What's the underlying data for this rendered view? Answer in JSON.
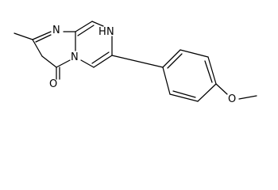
{
  "structure": {
    "colors": {
      "bond": "#000000",
      "text": "#000000",
      "background": "#ffffff"
    },
    "atoms": {
      "n_imidazole": "N",
      "n_bridgehead": "N",
      "n_h": "H",
      "n_hn": "N",
      "o_carbonyl": "O",
      "o_methoxy": "O"
    }
  }
}
